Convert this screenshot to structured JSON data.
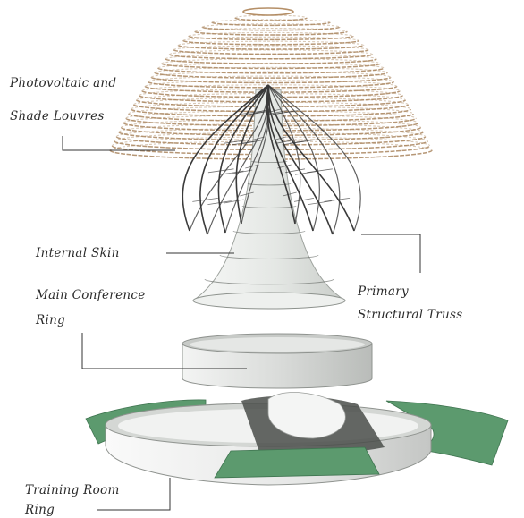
{
  "labels": {
    "photovoltaic_line1": "Photovoltaic and",
    "photovoltaic_line2": "Shade Louvres",
    "internal_skin": "Internal Skin",
    "main_conf_line1": "Main Conference",
    "main_conf_line2": "Ring",
    "truss_line1": "Primary",
    "truss_line2": "Structural Truss",
    "training_line1": "Training Room",
    "training_line2": "Ring"
  },
  "colors": {
    "louvre": "#a9855e",
    "truss": "#3a3a3a",
    "skin": "#e9ece9",
    "ring": "#d9dbd9",
    "green": "#5c9a6e",
    "leader": "#333333"
  }
}
